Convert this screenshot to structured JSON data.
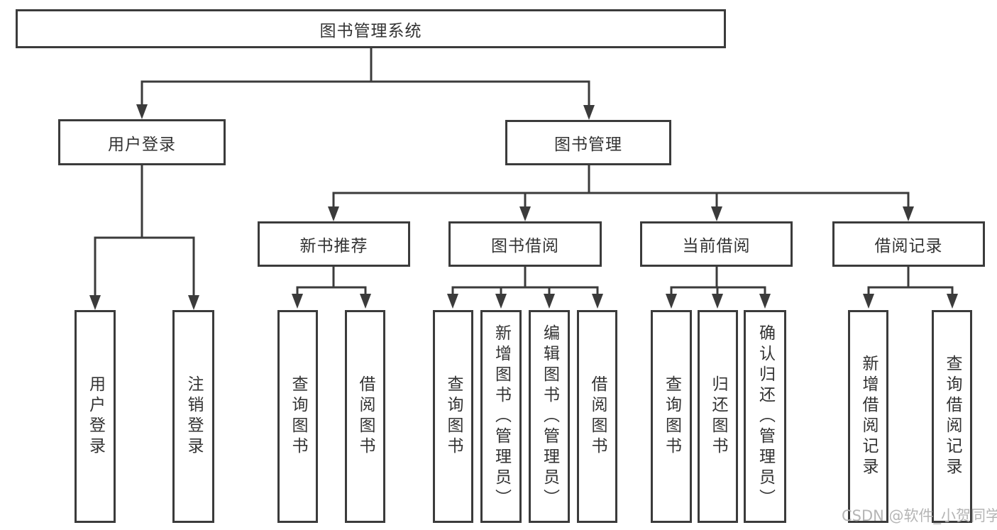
{
  "diagram_title": "图书管理系统",
  "tree": {
    "label": "图书管理系统",
    "children": [
      {
        "label": "用户登录",
        "children": [
          {
            "label": "用户登录"
          },
          {
            "label": "注销登录"
          }
        ]
      },
      {
        "label": "图书管理",
        "children": [
          {
            "label": "新书推荐",
            "children": [
              {
                "label": "查询图书"
              },
              {
                "label": "借阅图书"
              }
            ]
          },
          {
            "label": "图书借阅",
            "children": [
              {
                "label": "查询图书"
              },
              {
                "label": "新增图书（管理员）"
              },
              {
                "label": "编辑图书（管理员）"
              },
              {
                "label": "借阅图书"
              }
            ]
          },
          {
            "label": "当前借阅",
            "children": [
              {
                "label": "查询图书"
              },
              {
                "label": "归还图书"
              },
              {
                "label": "确认归还（管理员）"
              }
            ]
          },
          {
            "label": "借阅记录",
            "children": [
              {
                "label": "新增借阅记录"
              },
              {
                "label": "查询借阅记录"
              }
            ]
          }
        ]
      }
    ]
  },
  "watermark": "CSDN @软件_小贺同学",
  "colors": {
    "line": "#3b3b3b",
    "text": "#333333",
    "watermark": "#b5b5b5",
    "background": "#ffffff"
  }
}
